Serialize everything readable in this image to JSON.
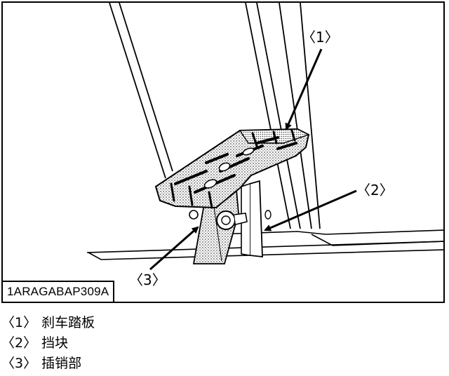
{
  "figure": {
    "figure_id": "1ARAGABAP309A",
    "callouts": [
      {
        "label": "〈1〉"
      },
      {
        "label": "〈2〉"
      },
      {
        "label": "〈3〉"
      }
    ]
  },
  "legend": {
    "items": [
      {
        "number": "〈1〉",
        "text": "刹车踏板"
      },
      {
        "number": "〈2〉",
        "text": "挡块"
      },
      {
        "number": "〈3〉",
        "text": "插销部"
      }
    ]
  },
  "colors": {
    "line": "#000000",
    "background": "#ffffff",
    "stipple": "#bdbdbd"
  }
}
